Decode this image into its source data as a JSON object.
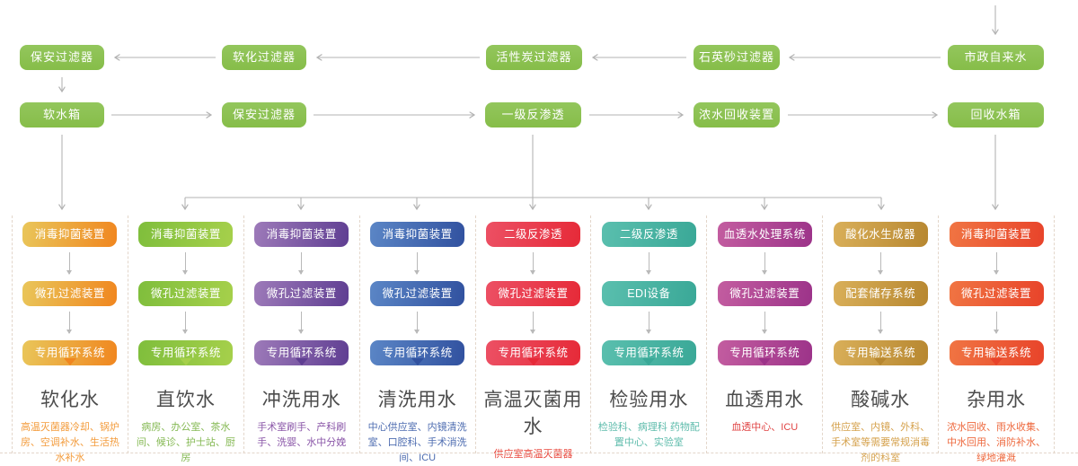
{
  "diagram": {
    "type": "hospital-water-treatment-flowchart",
    "colors": {
      "flow_node_green": "#8cc152",
      "arrow_gray": "#b3b3b3",
      "dashed_border": "#e3d6ca",
      "title_text": "#4c4c4c"
    }
  },
  "top_flow": {
    "row1": [
      "保安过滤器",
      "软化过滤器",
      "活性炭过滤器",
      "石英砂过滤器",
      "市政自来水"
    ],
    "row2": [
      "软水箱",
      "保安过滤器",
      "一级反渗透",
      "浓水回收装置",
      "回收水箱"
    ]
  },
  "columns": [
    {
      "title": "软化水",
      "steps": [
        "消毒抑菌装置",
        "微孔过滤装置",
        "专用循环系统"
      ],
      "desc": "高温灭菌器冷却、锅炉房、空调补水、生活热水补水",
      "grad_from": "#e9c65a",
      "grad_to": "#f0861f",
      "desc_color": "#f39c3d"
    },
    {
      "title": "直饮水",
      "steps": [
        "消毒抑菌装置",
        "微孔过滤装置",
        "专用循环系统"
      ],
      "desc": "病房、办公室、茶水间、候诊、护士站、厨房",
      "grad_from": "#7fbe3c",
      "grad_to": "#a6d04b",
      "desc_color": "#85b954"
    },
    {
      "title": "冲洗用水",
      "steps": [
        "消毒抑菌装置",
        "微孔过滤装置",
        "专用循环系统"
      ],
      "desc": "手术室刷手、产科刷手、洗婴、水中分娩",
      "grad_from": "#9d7ab9",
      "grad_to": "#5f3e92",
      "desc_color": "#8a56a8"
    },
    {
      "title": "清洗用水",
      "steps": [
        "消毒抑菌装置",
        "微孔过滤装置",
        "专用循环系统"
      ],
      "desc": "中心供应室、内镜清洗室、口腔科、手术消洗间、ICU",
      "grad_from": "#5b86c6",
      "grad_to": "#31519f",
      "desc_color": "#4d6cb0"
    },
    {
      "title": "高温灭菌用水",
      "steps": [
        "二级反渗透",
        "微孔过滤装置",
        "专用循环系统"
      ],
      "desc": "供应室高温灭菌器",
      "grad_from": "#ec5064",
      "grad_to": "#e62a38",
      "desc_color": "#e8473c"
    },
    {
      "title": "检验用水",
      "steps": [
        "二级反渗透",
        "EDI设备",
        "专用循环系统"
      ],
      "desc": "检验科、病理科 药物配置中心、实验室",
      "grad_from": "#5abfae",
      "grad_to": "#3aa897",
      "desc_color": "#5fbcac"
    },
    {
      "title": "血透用水",
      "steps": [
        "血透水处理系统",
        "微孔过滤装置",
        "专用循环系统"
      ],
      "desc": "血透中心、ICU",
      "grad_from": "#c35da0",
      "grad_to": "#9c3389",
      "desc_color": "#e04545"
    },
    {
      "title": "酸碱水",
      "steps": [
        "酸化水生成器",
        "配套储存系统",
        "专用输送系统"
      ],
      "desc": "供应室、内镜、外科、手术室等需要常规消毒剂的科室",
      "grad_from": "#d9af59",
      "grad_to": "#b78730",
      "desc_color": "#d5a14c"
    },
    {
      "title": "杂用水",
      "steps": [
        "消毒抑菌装置",
        "微孔过滤装置",
        "专用输送系统"
      ],
      "desc": "浓水回收、雨水收集、中水回用、消防补水、绿地灌溉",
      "grad_from": "#f07543",
      "grad_to": "#e8432a",
      "desc_color": "#ee6a3f"
    }
  ]
}
